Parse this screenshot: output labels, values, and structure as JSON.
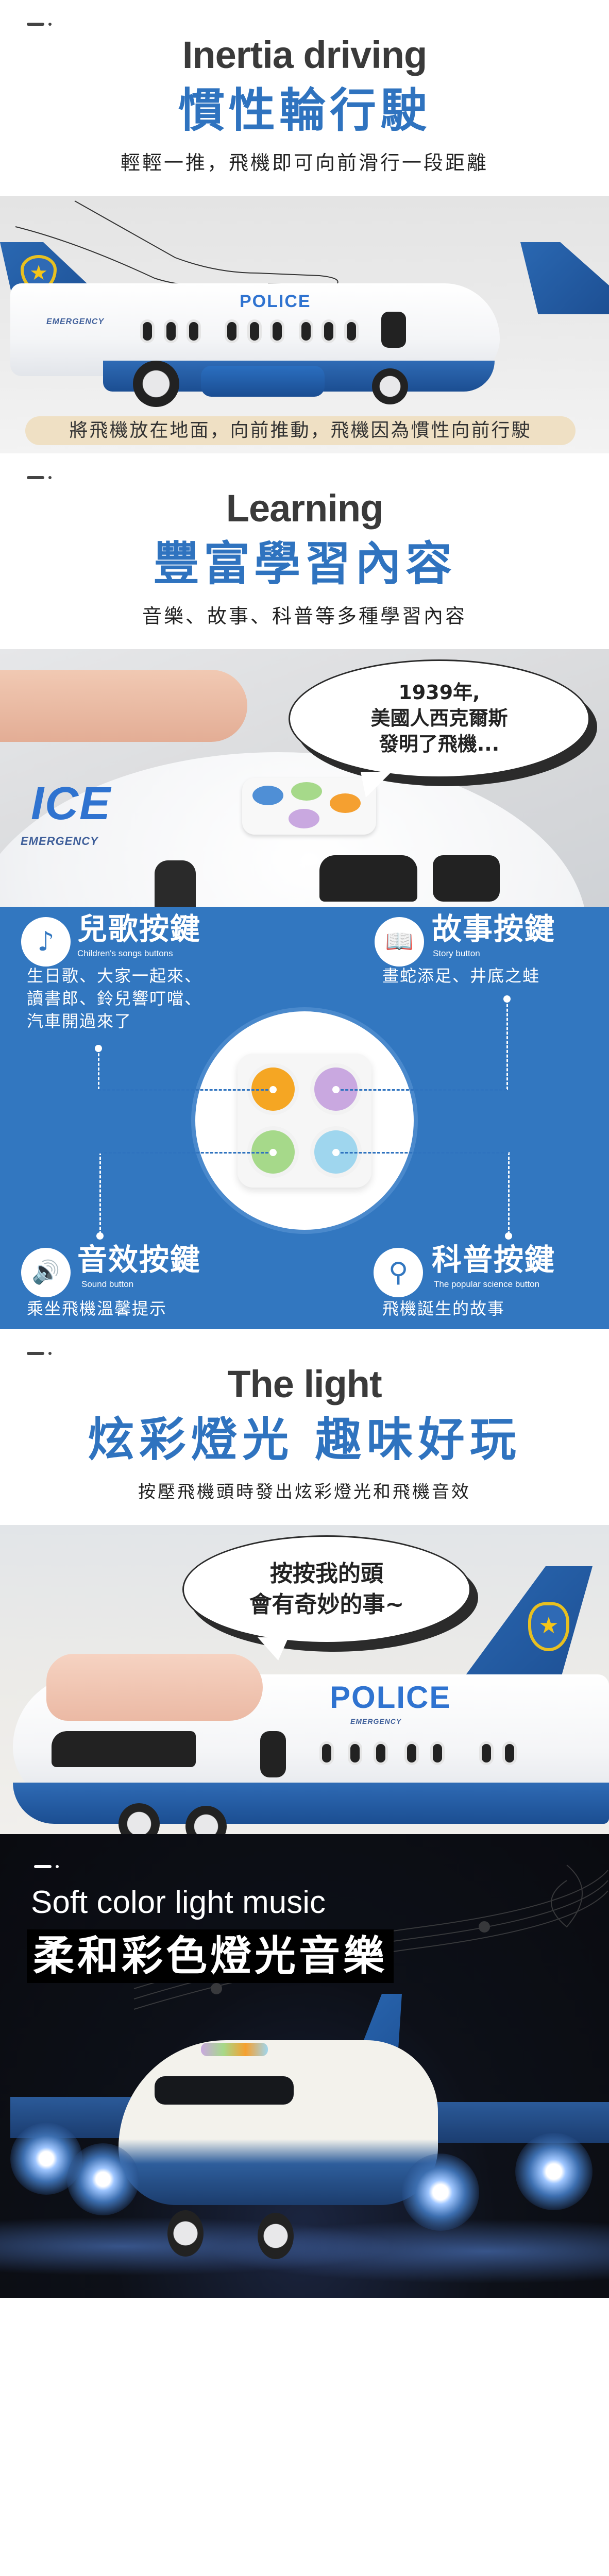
{
  "sections": {
    "inertia": {
      "en_title": "Inertia driving",
      "zh_title": "慣性輪行駛",
      "subtitle": "輕輕一推，飛機即可向前滑行一段距離",
      "caption": "將飛機放在地面，向前推動，飛機因為慣性向前行駛",
      "plane_label": "POLICE",
      "plane_sublabel": "EMERGENCY"
    },
    "learning": {
      "en_title": "Learning",
      "zh_title": "豐富學習內容",
      "subtitle": "音樂、故事、科普等多種學習內容",
      "bubble": [
        "1939年,",
        "美國人西克爾斯",
        "發明了飛機..."
      ],
      "plane_label": "ICE",
      "plane_sublabel": "EMERGENCY"
    },
    "buttons": {
      "songs": {
        "title": "兒歌按鍵",
        "en": "Children's songs buttons",
        "desc": [
          "生日歌、大家一起來、",
          "讀書郎、鈴兒響叮噹、",
          "汽車開過來了"
        ],
        "icon": "music-note-icon",
        "color": "#f5a623"
      },
      "story": {
        "title": "故事按鍵",
        "en": "Story button",
        "desc": [
          "畫蛇添足、井底之蛙"
        ],
        "icon": "open-book-icon",
        "color": "#c9a8e0"
      },
      "sound": {
        "title": "音效按鍵",
        "en": "Sound button",
        "desc": [
          "乘坐飛機溫馨提示"
        ],
        "icon": "speaker-icon",
        "color": "#a6d98a"
      },
      "science": {
        "title": "科普按鍵",
        "en": "The popular science button",
        "desc": [
          "飛機誕生的故事"
        ],
        "icon": "magnifier-icon",
        "color": "#9fd6ee"
      }
    },
    "light": {
      "en_title": "The light",
      "zh_title": "炫彩燈光 趣味好玩",
      "subtitle": "按壓飛機頭時發出炫彩燈光和飛機音效",
      "bubble": [
        "按按我的頭",
        "會有奇妙的事~"
      ],
      "plane_label": "POLICE",
      "plane_sublabel": "EMERGENCY"
    },
    "music": {
      "en_title": "Soft color light music",
      "zh_title": "柔和彩色燈光音樂"
    }
  },
  "colors": {
    "brand_blue": "#3277c0",
    "title_blue": "#2f73bf",
    "caption_bg": "#efe0c4",
    "dark_bg": "#0d1018"
  }
}
